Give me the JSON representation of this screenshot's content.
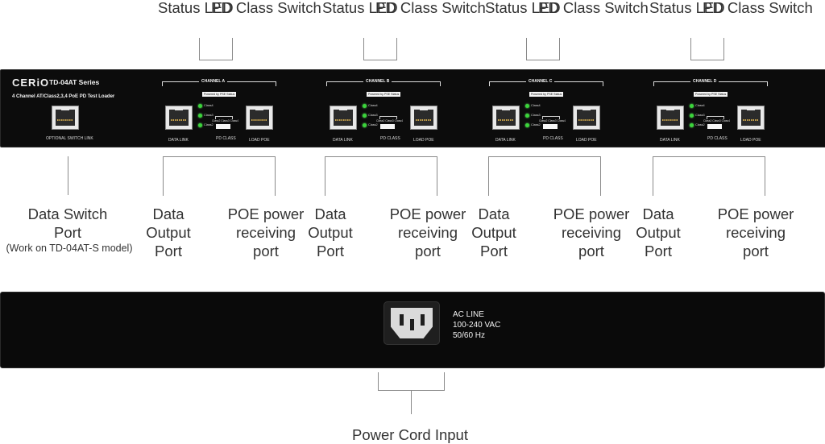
{
  "top_labels": {
    "status_led": "Status LED",
    "pd_class_switch": "PD Class Switch"
  },
  "front_panel": {
    "logo": "CERiO",
    "model": "TD-04AT Series",
    "tagline": "4 Channel AT/Class2,3,4 PoE PD Test Loader",
    "optional_switch_link": "OPTIONAL SWITCH LINK",
    "powered_by_pse": "Powered by PSE Status",
    "led_labels": [
      "Class4",
      "Class3",
      "Class2"
    ],
    "switch_options": "Class2  Class3  Class4",
    "pd_class": "PD CLASS",
    "data_link": "DATA LINK",
    "load_poe": "LOAD POE",
    "channels": [
      "CHANNEL A",
      "CHANNEL B",
      "CHANNEL C",
      "CHANNEL D"
    ]
  },
  "bottom_labels": {
    "data_switch_port": "Data Switch Port",
    "work_note": "(Work on TD-04AT-S model)",
    "data_output_port": "Data Output Port",
    "poe_power_receiving_port": "POE power receiving port"
  },
  "rear_panel": {
    "ac_line": "AC LINE",
    "voltage": "100-240 VAC",
    "frequency": "50/60 Hz"
  },
  "power_cord_input": "Power Cord Input"
}
